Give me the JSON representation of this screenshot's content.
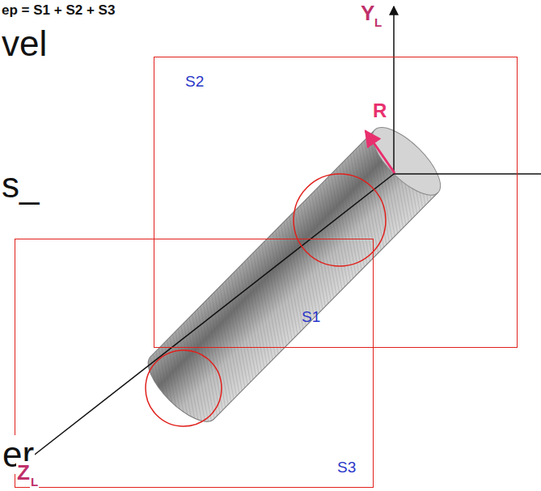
{
  "diagram": {
    "nodes": [
      {
        "text": [
          "S2"
        ]
      },
      {
        "text": [
          "S3"
        ]
      }
    ],
    "labels": [
      "ep = S1 + S2 + S3",
      "vel",
      "s_",
      "er",
      "Y",
      "L",
      "R",
      "S1",
      "Z",
      "L"
    ]
  }
}
